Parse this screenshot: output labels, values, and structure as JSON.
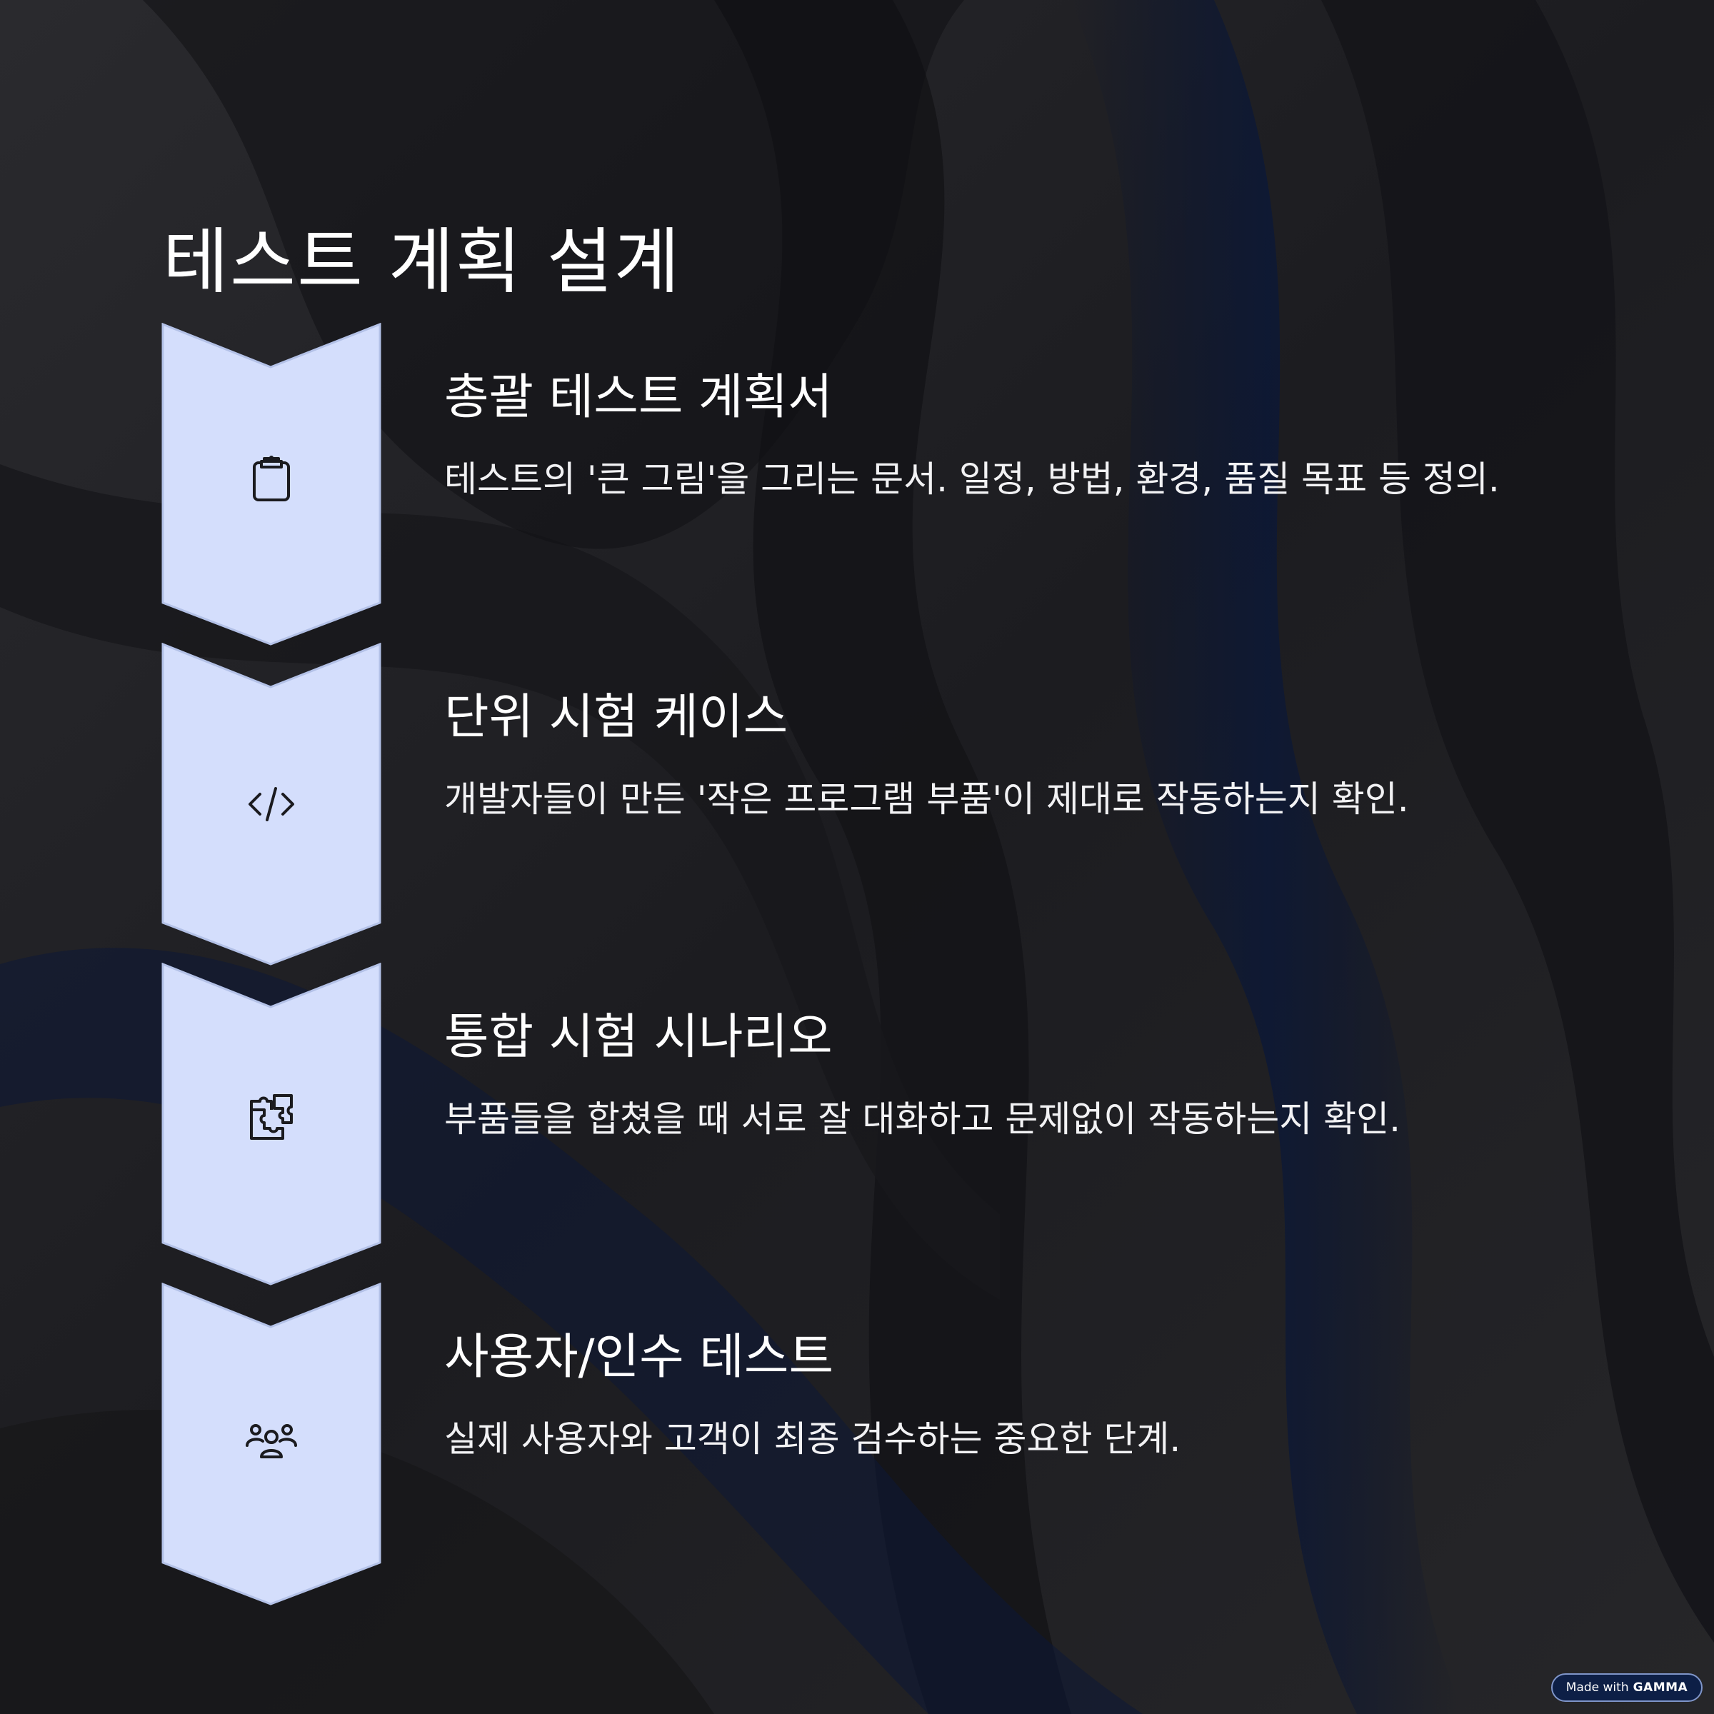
{
  "page": {
    "title": "테스트 계획 설계"
  },
  "colors": {
    "background": "#1f1f22",
    "wave_dark": "#141417",
    "wave_navy": "#0c1836",
    "chevron_fill": "#d4defc",
    "chevron_stroke": "#b3c1e7",
    "icon_stroke": "#1b1b1f",
    "text": "#ffffff",
    "badge_bg": "#0d1f46"
  },
  "steps": [
    {
      "icon": "clipboard-icon",
      "title": "총괄 테스트 계획서",
      "description": "테스트의 '큰 그림'을 그리는 문서. 일정, 방법, 환경, 품질 목표 등 정의."
    },
    {
      "icon": "code-icon",
      "title": "단위 시험 케이스",
      "description": "개발자들이 만든 '작은 프로그램 부품'이 제대로 작동하는지 확인."
    },
    {
      "icon": "puzzle-icon",
      "title": "통합 시험 시나리오",
      "description": "부품들을 합쳤을 때 서로 잘 대화하고 문제없이 작동하는지 확인."
    },
    {
      "icon": "users-icon",
      "title": "사용자/인수 테스트",
      "description": "실제 사용자와 고객이 최종 검수하는 중요한 단계."
    }
  ],
  "badge": {
    "prefix": "Made with",
    "brand": "GAMMA"
  }
}
